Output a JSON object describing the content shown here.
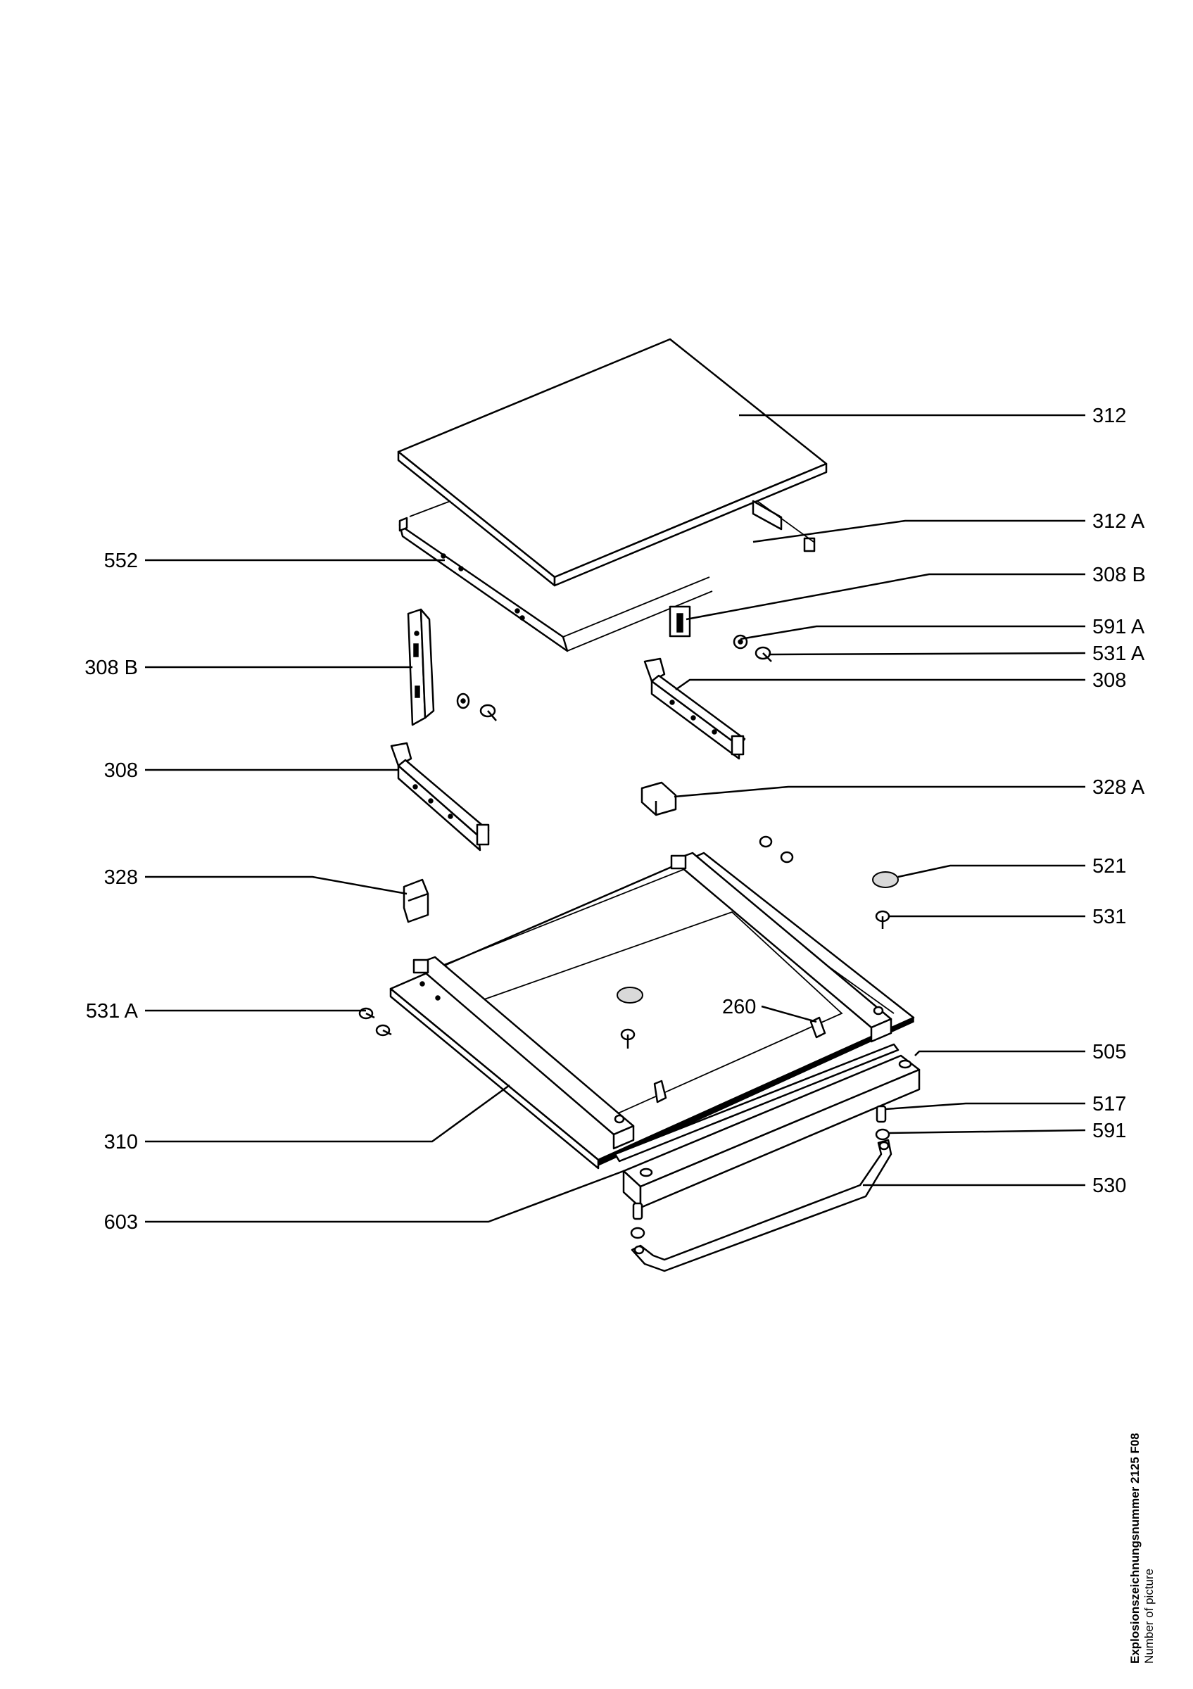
{
  "labels": {
    "l312": "312",
    "l312a": "312 A",
    "l308b_r": "308 B",
    "l591a": "591 A",
    "l531a_r": "531 A",
    "l308_r": "308",
    "l328a": "328 A",
    "l521": "521",
    "l531": "531",
    "l505": "505",
    "l517": "517",
    "l591": "591",
    "l530": "530",
    "l552": "552",
    "l308b_l": "308 B",
    "l308_l": "308",
    "l328": "328",
    "l531a_l": "531 A",
    "l310": "310",
    "l603": "603",
    "l260": "260"
  },
  "footer": {
    "drawing_number": "Explosionszeichnungsnummer 2125 F08",
    "number_of_picture": "Number of picture"
  }
}
